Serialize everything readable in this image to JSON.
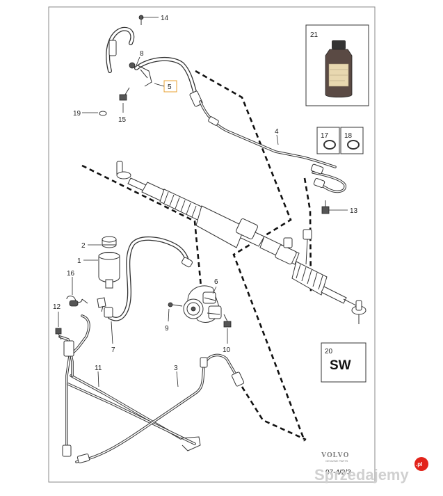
{
  "parts": [
    {
      "id": "p1",
      "label": "1"
    },
    {
      "id": "p2",
      "label": "2"
    },
    {
      "id": "p3",
      "label": "3"
    },
    {
      "id": "p4",
      "label": "4"
    },
    {
      "id": "p5",
      "label": "5"
    },
    {
      "id": "p6",
      "label": "6"
    },
    {
      "id": "p7",
      "label": "7"
    },
    {
      "id": "p8",
      "label": "8"
    },
    {
      "id": "p9",
      "label": "9"
    },
    {
      "id": "p10",
      "label": "10"
    },
    {
      "id": "p11",
      "label": "11"
    },
    {
      "id": "p12",
      "label": "12"
    },
    {
      "id": "p13",
      "label": "13"
    },
    {
      "id": "p14",
      "label": "14"
    },
    {
      "id": "p15",
      "label": "15"
    },
    {
      "id": "p16",
      "label": "16"
    },
    {
      "id": "p17",
      "label": "17"
    },
    {
      "id": "p18",
      "label": "18"
    },
    {
      "id": "p19",
      "label": "19"
    },
    {
      "id": "p20",
      "label": "20"
    },
    {
      "id": "p21",
      "label": "21"
    }
  ],
  "sw_label": "SW",
  "brand": {
    "name": "VOLVO",
    "sub": "GENUINE PARTS"
  },
  "ref_code": "07-4/2/3",
  "watermark": {
    "text": "Sprzedajemy",
    "badge": ".pl",
    "badge_color": "#e2231a"
  }
}
